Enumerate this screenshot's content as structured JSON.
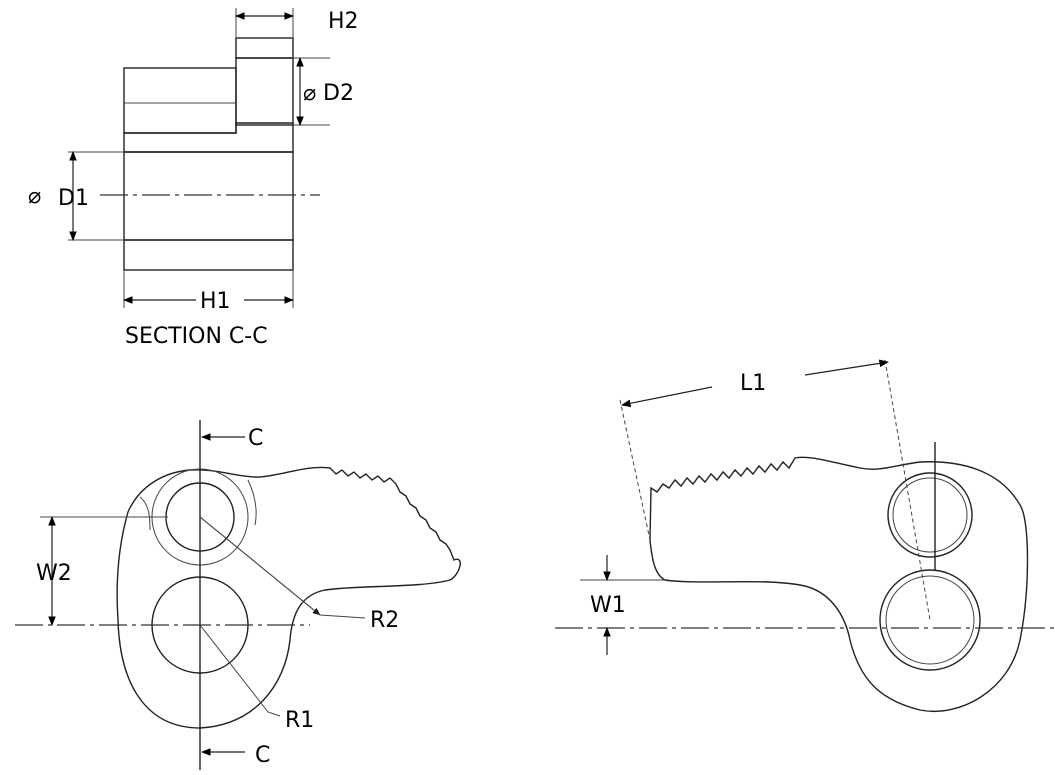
{
  "section_view": {
    "h2": "H2",
    "d2_symbol": "⌀",
    "d2": "D2",
    "d1_symbol": "⌀",
    "d1": "D1",
    "h1": "H1",
    "title": "SECTION C-C"
  },
  "front_view": {
    "cut_top": "C",
    "cut_bottom": "C",
    "w2": "W2",
    "r2": "R2",
    "r1": "R1"
  },
  "side_view": {
    "l1": "L1",
    "w1": "W1"
  }
}
